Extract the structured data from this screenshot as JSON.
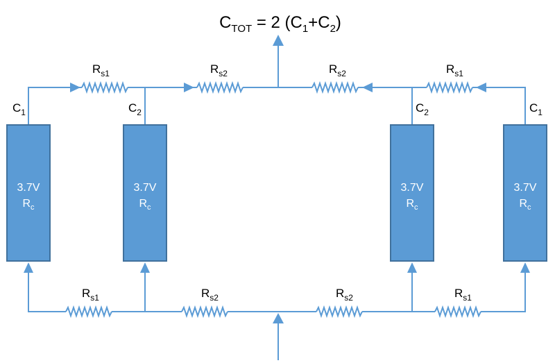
{
  "title": {
    "lead": "C",
    "lead_sub": "TOT",
    "middle": " = 2 (C",
    "sub1": "1",
    "plus": "+C",
    "sub2": "2",
    "close": ")"
  },
  "resistor_labels": {
    "series1": {
      "base": "R",
      "sub": "s1"
    },
    "series2": {
      "base": "R",
      "sub": "s2"
    }
  },
  "capacity_labels": {
    "c1": {
      "base": "C",
      "sub": "1"
    },
    "c2": {
      "base": "C",
      "sub": "2"
    }
  },
  "cells": [
    {
      "voltage": "3.7V",
      "resistance": {
        "base": "R",
        "sub": "c"
      }
    },
    {
      "voltage": "3.7V",
      "resistance": {
        "base": "R",
        "sub": "c"
      }
    },
    {
      "voltage": "3.7V",
      "resistance": {
        "base": "R",
        "sub": "c"
      }
    },
    {
      "voltage": "3.7V",
      "resistance": {
        "base": "R",
        "sub": "c"
      }
    }
  ],
  "colors": {
    "wire": "#5b9bd5",
    "cell_fill": "#5b9bd5",
    "cell_border": "#41719c",
    "cell_text": "#ffffff"
  }
}
